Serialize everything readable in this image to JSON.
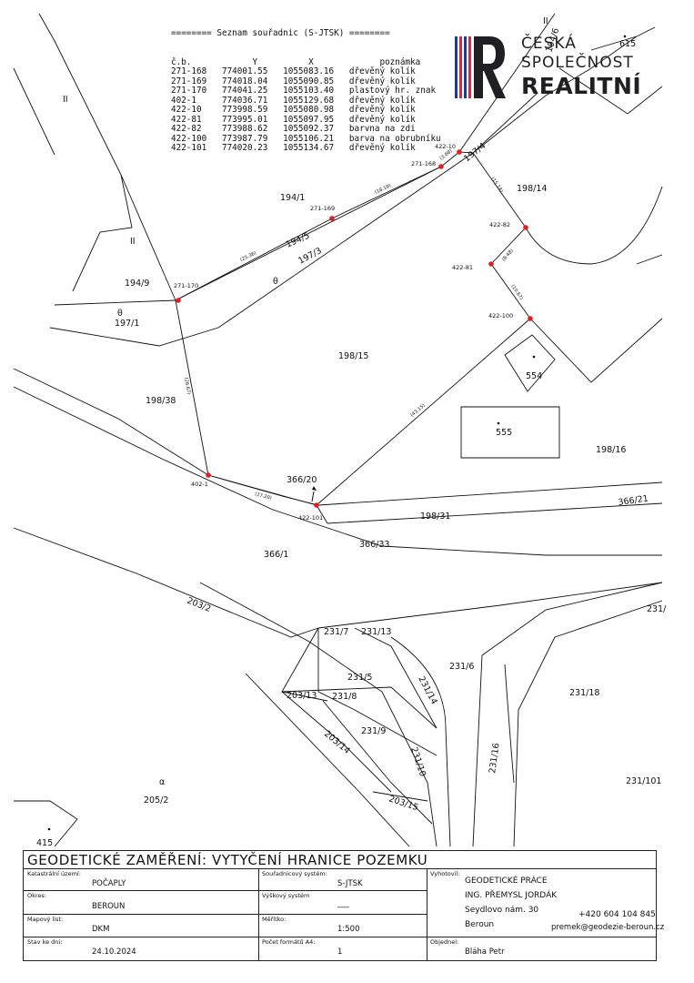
{
  "coord_table": {
    "heading": "======== Seznam souřadnic (S-JTSK) ========",
    "columns": [
      "č.b.",
      "Y",
      "X",
      "poznámka"
    ],
    "rows": [
      {
        "cb": "271-168",
        "y": "774001.55",
        "x": "1055083.16",
        "note": "dřevěný kolík"
      },
      {
        "cb": "271-169",
        "y": "774018.04",
        "x": "1055090.85",
        "note": "dřevěný kolík"
      },
      {
        "cb": "271-170",
        "y": "774041.25",
        "x": "1055103.40",
        "note": "plastový hr. znak"
      },
      {
        "cb": "402-1",
        "y": "774036.71",
        "x": "1055129.68",
        "note": "dřevěný kolík"
      },
      {
        "cb": "422-10",
        "y": "773998.59",
        "x": "1055080.98",
        "note": "dřevěný kolík"
      },
      {
        "cb": "422-81",
        "y": "773995.01",
        "x": "1055097.95",
        "note": "dřevěný kolík"
      },
      {
        "cb": "422-82",
        "y": "773988.62",
        "x": "1055092.37",
        "note": "barvna na zdi"
      },
      {
        "cb": "422-100",
        "y": "773987.79",
        "x": "1055106.21",
        "note": "barva na obrubníku"
      },
      {
        "cb": "422-101",
        "y": "774020.23",
        "x": "1055134.67",
        "note": "dřevěný kolík"
      }
    ]
  },
  "logo": {
    "line1": "ČESKÁ",
    "line2": "SPOLEČNOST",
    "line3": "REALITNÍ"
  },
  "parcels": [
    {
      "id": "p-194-1",
      "text": "194/1"
    },
    {
      "id": "p-194-5",
      "text": "194/5"
    },
    {
      "id": "p-197-3",
      "text": "197/3"
    },
    {
      "id": "p-194-9",
      "text": "194/9"
    },
    {
      "id": "p-197-1",
      "text": "197/1"
    },
    {
      "id": "p-198-15",
      "text": "198/15"
    },
    {
      "id": "p-198-14",
      "text": "198/14"
    },
    {
      "id": "p-197-4",
      "text": "197/4"
    },
    {
      "id": "p-194-6",
      "text": "194/6"
    },
    {
      "id": "p-615",
      "text": "615"
    },
    {
      "id": "p-554",
      "text": "554"
    },
    {
      "id": "p-555",
      "text": "555"
    },
    {
      "id": "p-198-16",
      "text": "198/16"
    },
    {
      "id": "p-198-38",
      "text": "198/38"
    },
    {
      "id": "p-366-20",
      "text": "366/20"
    },
    {
      "id": "p-198-31",
      "text": "198/31"
    },
    {
      "id": "p-366-21",
      "text": "366/21"
    },
    {
      "id": "p-366-1",
      "text": "366/1"
    },
    {
      "id": "p-366-33",
      "text": "366/33"
    },
    {
      "id": "p-203-2",
      "text": "203/2"
    },
    {
      "id": "p-231-7",
      "text": "231/7"
    },
    {
      "id": "p-231-13",
      "text": "231/13"
    },
    {
      "id": "p-231-6",
      "text": "231/6"
    },
    {
      "id": "p-231-5",
      "text": "231/5"
    },
    {
      "id": "p-203-13",
      "text": "203/13"
    },
    {
      "id": "p-231-8",
      "text": "231/8"
    },
    {
      "id": "p-231-14",
      "text": "231/14"
    },
    {
      "id": "p-231-9",
      "text": "231/9"
    },
    {
      "id": "p-203-14",
      "text": "203/14"
    },
    {
      "id": "p-231-10",
      "text": "231/10"
    },
    {
      "id": "p-231-16",
      "text": "231/16"
    },
    {
      "id": "p-231-18",
      "text": "231/18"
    },
    {
      "id": "p-231-x",
      "text": "231/"
    },
    {
      "id": "p-231-101",
      "text": "231/101"
    },
    {
      "id": "p-205-2",
      "text": "205/2"
    },
    {
      "id": "p-203-15",
      "text": "203/15"
    },
    {
      "id": "p-415",
      "text": "415"
    },
    {
      "id": "p-ii-1",
      "text": "II"
    },
    {
      "id": "p-ii-2",
      "text": "II"
    },
    {
      "id": "p-ii-3",
      "text": "II"
    }
  ],
  "points": [
    {
      "id": "pt-271-168",
      "text": "271-168"
    },
    {
      "id": "pt-271-169",
      "text": "271-169"
    },
    {
      "id": "pt-271-170",
      "text": "271-170"
    },
    {
      "id": "pt-402-1",
      "text": "402-1"
    },
    {
      "id": "pt-422-10",
      "text": "422-10"
    },
    {
      "id": "pt-422-81",
      "text": "422-81"
    },
    {
      "id": "pt-422-82",
      "text": "422-82"
    },
    {
      "id": "pt-422-100",
      "text": "422-100"
    },
    {
      "id": "pt-422-101",
      "text": "422-101"
    }
  ],
  "distances": [
    {
      "id": "d-1",
      "text": "(18.19)"
    },
    {
      "id": "d-2",
      "text": "(25.36)"
    },
    {
      "id": "d-3",
      "text": "(3.68)"
    },
    {
      "id": "d-4",
      "text": "(15.14)"
    },
    {
      "id": "d-5",
      "text": "(8.48)"
    },
    {
      "id": "d-6",
      "text": "(10.67)"
    },
    {
      "id": "d-7",
      "text": "(26.67)"
    },
    {
      "id": "d-8",
      "text": "(43.15)"
    },
    {
      "id": "d-9",
      "text": "(17.20)"
    }
  ],
  "title_block": {
    "title": "GEODETICKÉ ZAMĚŘENÍ: VYTYČENÍ HRANICE POZEMKU",
    "katastralni_label": "Katastrální území:",
    "katastralni_value": "POČAPLY",
    "okres_label": "Okres:",
    "okres_value": "BEROUN",
    "mapovy_label": "Mapový list:",
    "mapovy_value": "DKM",
    "stav_label": "Stav ke dni:",
    "stav_value": "24.10.2024",
    "souradnicovy_label": "Souřadnicový systém:",
    "souradnicovy_value": "S-JTSK",
    "vyskovy_label": "Výškový systém",
    "vyskovy_value": "___",
    "meritko_label": "Měřítko:",
    "meritko_value": "1:500",
    "pocet_label": "Počet formátů A4:",
    "pocet_value": "1",
    "vyhotovil_label": "Vyhotovil:",
    "vyhotovil_line1": "GEODETICKÉ PRÁCE",
    "vyhotovil_line2": "ING. PŘEMYSL JORDÁK",
    "vyhotovil_line3": "Seydlovo nám. 30",
    "vyhotovil_line4": "Beroun",
    "phone": "+420 604 104 845",
    "email": "premek@geodezie-beroun.cz",
    "objednel_label": "Objednel:",
    "objednel_value": "Bláha Petr"
  }
}
